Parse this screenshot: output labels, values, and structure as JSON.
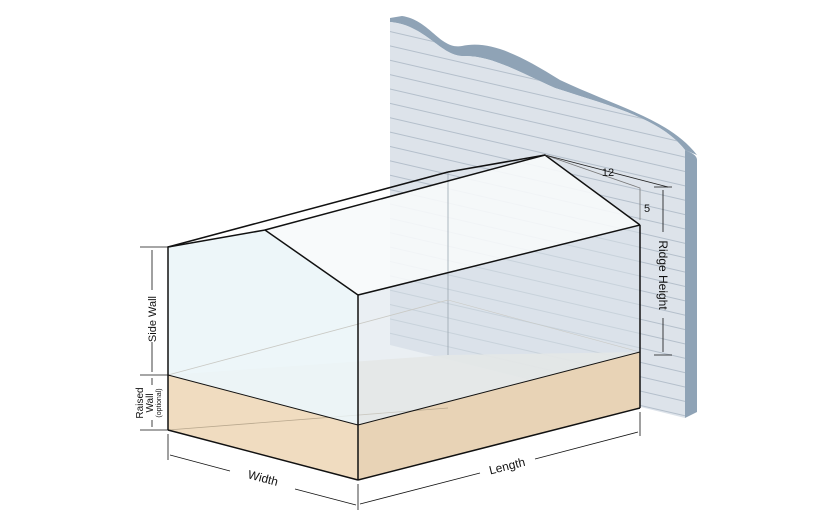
{
  "labels": {
    "side_wall": "Side Wall",
    "raised_wall": "Raised",
    "raised_wall_2": "Wall",
    "optional": "(optional)",
    "width": "Width",
    "length": "Length",
    "ridge_height": "Ridge Height",
    "pitch_run": "12",
    "pitch_rise": "5"
  },
  "colors": {
    "wall_face": "#dde3ea",
    "wall_edge": "#8fa3b6",
    "ground": "#ecd8bd",
    "glass": "#eef6f9"
  }
}
